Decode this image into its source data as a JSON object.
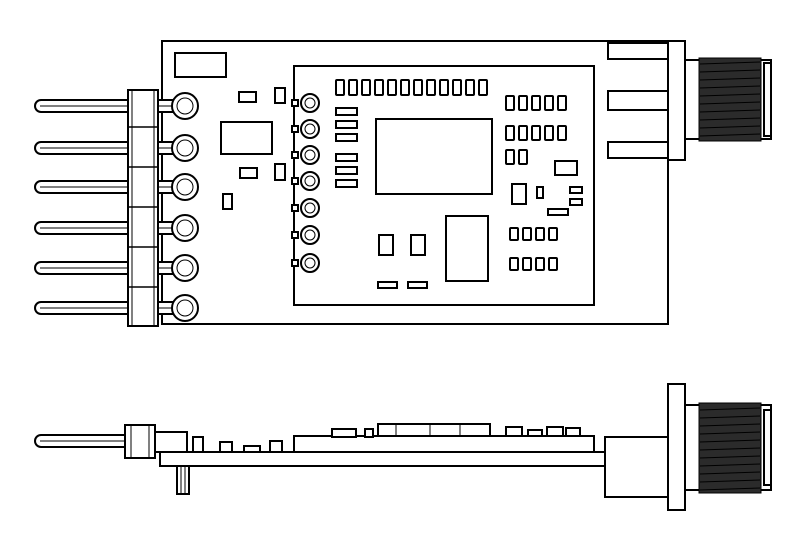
{
  "colors": {
    "stroke": "#000000",
    "fill": "#ffffff",
    "coil": "#2b2b2b"
  },
  "views": [
    {
      "id": "top",
      "components": [
        "pcb-board",
        "pin-header",
        "rf-module-shield",
        "sma-connector"
      ]
    },
    {
      "id": "side",
      "components": [
        "pcb-board",
        "pin-header",
        "components-row",
        "sma-connector"
      ]
    }
  ],
  "header_pin_count": 6,
  "module_castellated_pads": 7
}
